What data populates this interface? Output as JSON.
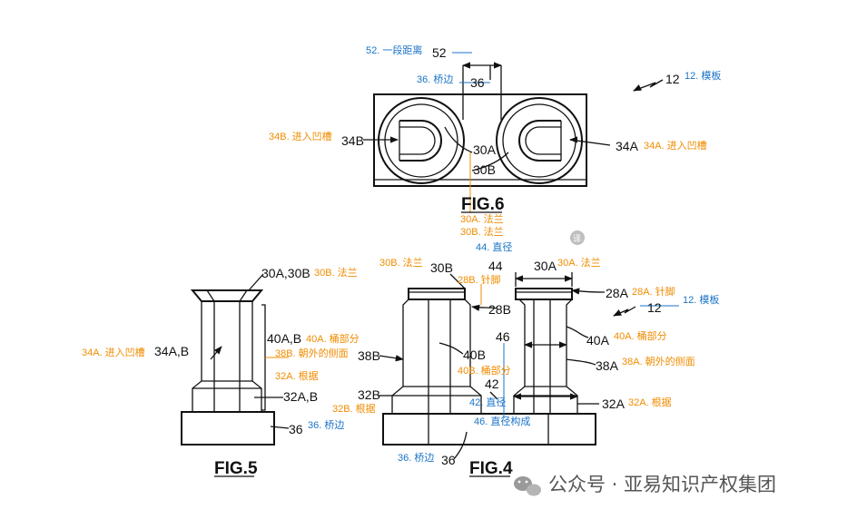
{
  "colors": {
    "blue": "#1a73c8",
    "orange": "#f08c00",
    "line": "#111111",
    "watermark": "#555555"
  },
  "figures": {
    "fig6": "FIG.6",
    "fig5": "FIG.5",
    "fig4": "FIG.4"
  },
  "refs": {
    "r52": "52",
    "r36_top": "36",
    "r12_top": "12",
    "r34B": "34B",
    "r30A_top": "30A",
    "r30B_top": "30B",
    "r34A": "34A",
    "r30A30B": "30A,30B",
    "r40AB": "40A,B",
    "r34AB": "34A,B",
    "r32AB": "32A,B",
    "r36_f5": "36",
    "r30B": "30B",
    "r44": "44",
    "r30A": "30A",
    "r28A": "28A",
    "r12": "12",
    "r28B": "28B",
    "r46": "46",
    "r40A": "40A",
    "r38B": "38B",
    "r40B": "40B",
    "r38A": "38A",
    "r42": "42",
    "r32B": "32B",
    "r32A": "32A",
    "r36_f4": "36"
  },
  "annotations": {
    "a52": "52. 一段距离",
    "a36_top": "36. 桥边",
    "a12_top": "12. 模板",
    "a34B": "34B. 进入凹槽",
    "a34A": "34A. 进入凹槽",
    "a30A_f6": "30A. 法兰",
    "a30B_f6": "30B. 法兰",
    "a44": "44. 直径",
    "a30B_f5": "30B. 法兰",
    "a34A_f5": "34A. 进入凹槽",
    "a40A_f5": "40A. 桶部分",
    "a38B_f5": "38B. 朝外的侧面",
    "a32A_f5": "32A. 根据",
    "a36_f5": "36. 桥边",
    "a30B_f4": "30B. 法兰",
    "a28B": "28B. 针脚",
    "a30A_f4": "30A. 法兰",
    "a28A": "28A. 针脚",
    "a12": "12. 模板",
    "a40A_f4": "40A. 桶部分",
    "a38A": "38A. 朝外的侧面",
    "a40B": "40B. 桶部分",
    "a42": "42. 直径",
    "a32B": "32B. 根据",
    "a46": "46. 直径构成",
    "a32A": "32A. 根据",
    "a36_f4": "36. 桥边"
  },
  "translate_badge": "译",
  "watermark": "公众号 · 亚易知识产权集团"
}
